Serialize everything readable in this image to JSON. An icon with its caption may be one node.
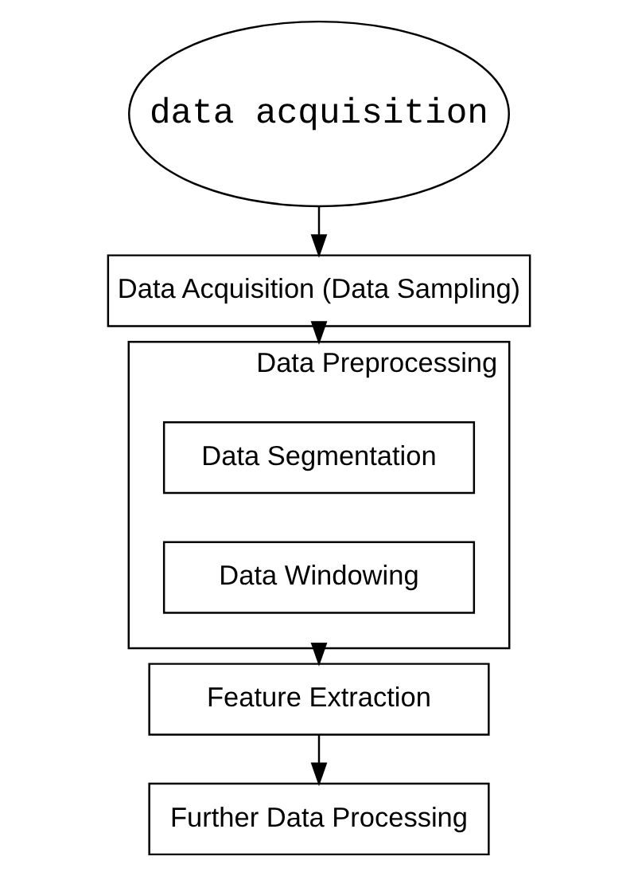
{
  "diagram": {
    "nodes": [
      {
        "text": [
          "data acquisition"
        ]
      },
      {
        "text": [
          "Data Acquisition (Data Sampling)"
        ]
      },
      {
        "text": [
          "Data Preprocessing"
        ]
      },
      {
        "text": [
          "Data Segmentation"
        ],
        "in": 2
      },
      {
        "text": [
          "Data Windowing"
        ],
        "in": 2
      },
      {
        "text": [
          "Feature Extraction"
        ]
      },
      {
        "text": [
          "Further Data Processing"
        ]
      }
    ],
    "edges": [
      {
        "from": 0,
        "to": 1,
        "arrow": "to"
      },
      {
        "from": 1,
        "to": 2,
        "arrow": "to"
      },
      {
        "from": 2,
        "to": 5,
        "arrow": "to"
      },
      {
        "from": 5,
        "to": 6,
        "arrow": "to"
      }
    ]
  }
}
